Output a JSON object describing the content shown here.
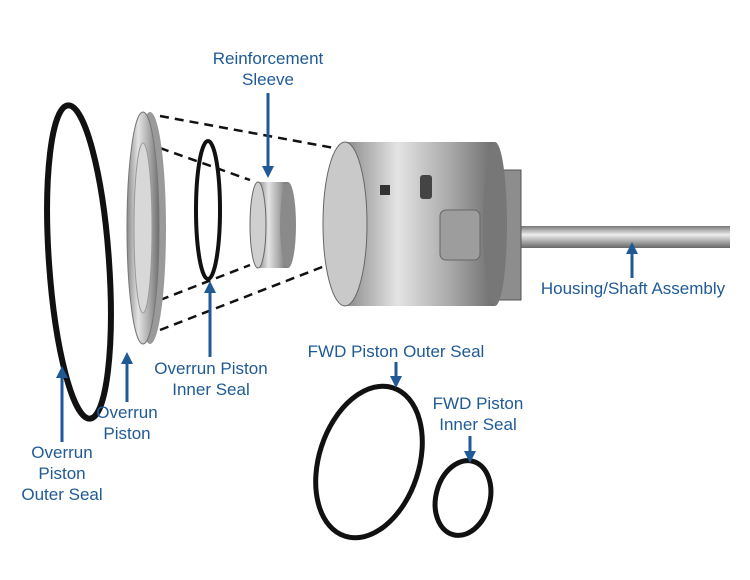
{
  "colors": {
    "label": "#1f5a96",
    "seal": "#111111",
    "metal": "#b8b8b8"
  },
  "labels": {
    "reinforcement_sleeve": [
      "Reinforcement",
      "Sleeve"
    ],
    "housing_shaft": [
      "Housing/Shaft Assembly"
    ],
    "overrun_inner_seal": [
      "Overrun Piston",
      "Inner Seal"
    ],
    "overrun_piston": [
      "Overrun",
      "Piston"
    ],
    "overrun_outer_seal": [
      "Overrun",
      "Piston",
      "Outer Seal"
    ],
    "fwd_outer_seal": [
      "FWD Piston Outer Seal"
    ],
    "fwd_inner_seal": [
      "FWD Piston",
      "Inner Seal"
    ]
  }
}
